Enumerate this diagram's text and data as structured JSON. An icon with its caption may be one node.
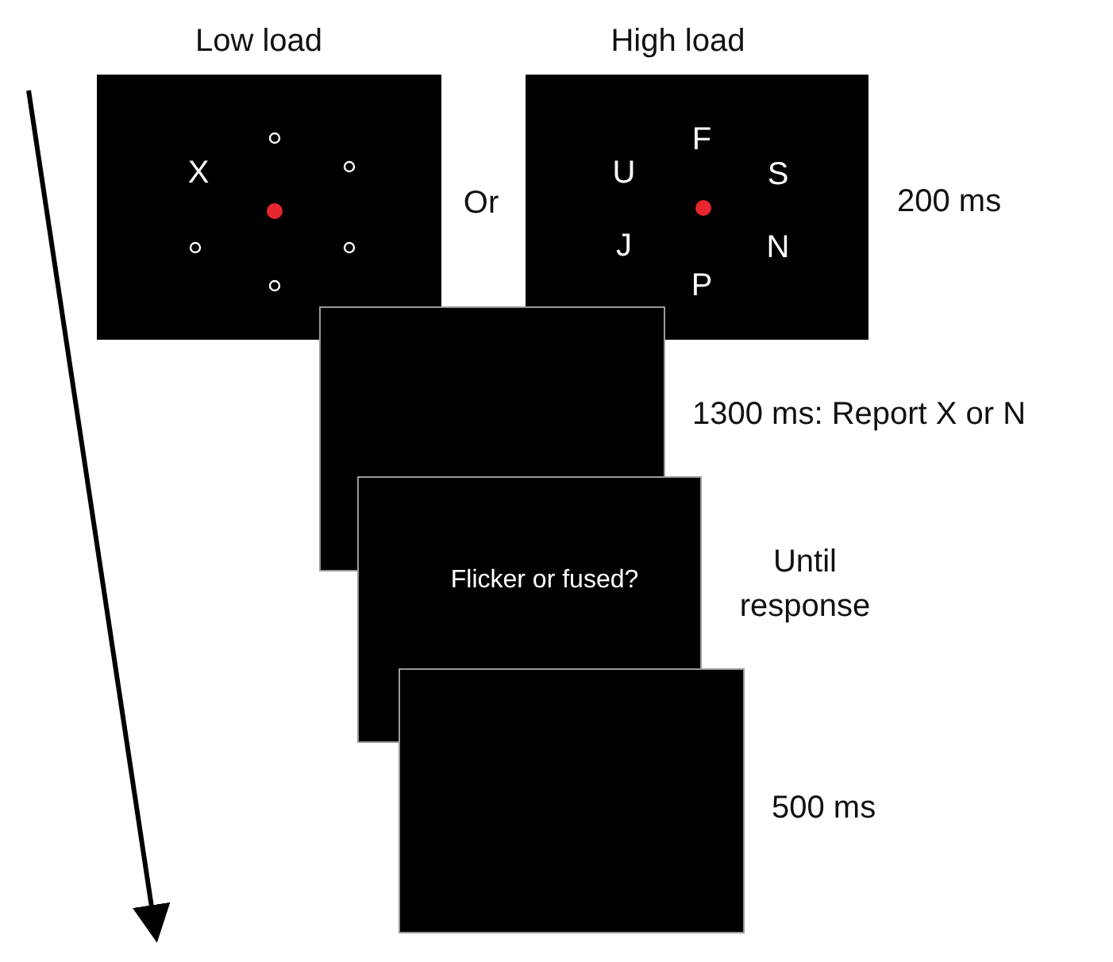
{
  "diagram": {
    "nodes": [
      {
        "text": [
          "Low load",
          "X"
        ]
      },
      {
        "text": [
          "High load",
          "F",
          "U",
          "S",
          "J",
          "N",
          "P"
        ],
        "beside": [
          "200 ms"
        ]
      },
      {
        "text": [],
        "shape": "box",
        "beside": [
          "1300 ms: Report X or N"
        ]
      },
      {
        "text": [
          "Flicker or fused?"
        ],
        "beside": [
          "Until response"
        ]
      },
      {
        "text": [],
        "shape": "box",
        "beside": [
          "500 ms"
        ]
      }
    ],
    "edges": [],
    "labels": [
      "Or"
    ]
  }
}
